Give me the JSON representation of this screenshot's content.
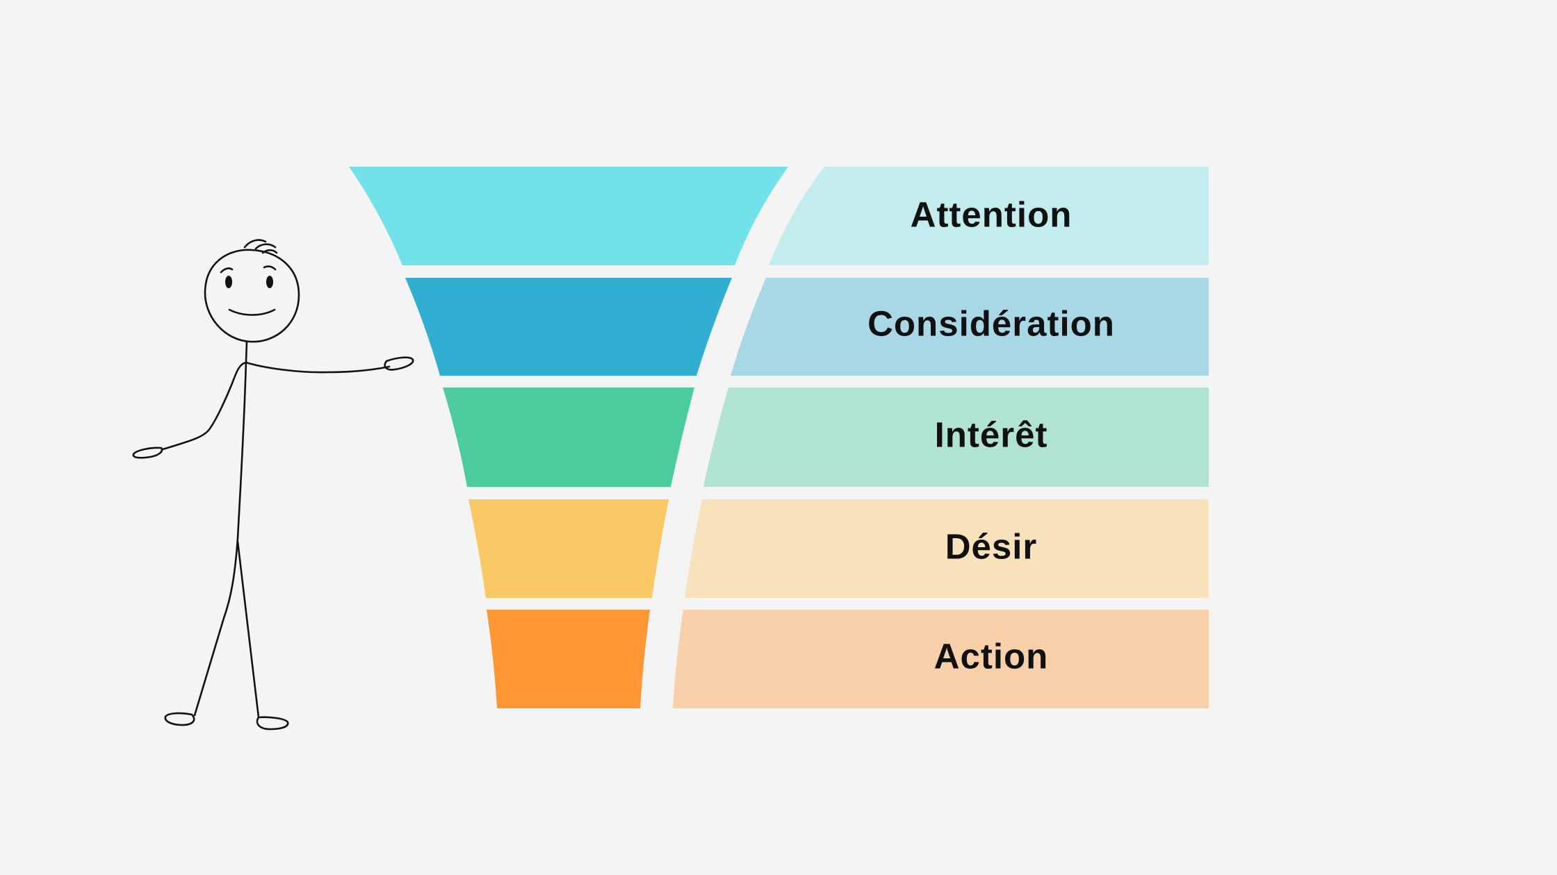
{
  "stages": [
    {
      "label": "Attention",
      "funnel_color": "#72e2ea",
      "label_bg": "#c3ecee"
    },
    {
      "label": "Considération",
      "funnel_color": "#33aed3",
      "label_bg": "#a8d8e6"
    },
    {
      "label": "Intérêt",
      "funnel_color": "#4ccc9c",
      "label_bg": "#b0e3d0"
    },
    {
      "label": "Désir",
      "funnel_color": "#fbc866",
      "label_bg": "#f7e2bc"
    },
    {
      "label": "Action",
      "funnel_color": "#fd9633",
      "label_bg": "#f7cfa8"
    }
  ],
  "illustration": {
    "figure": "stick-figure-presenter"
  }
}
